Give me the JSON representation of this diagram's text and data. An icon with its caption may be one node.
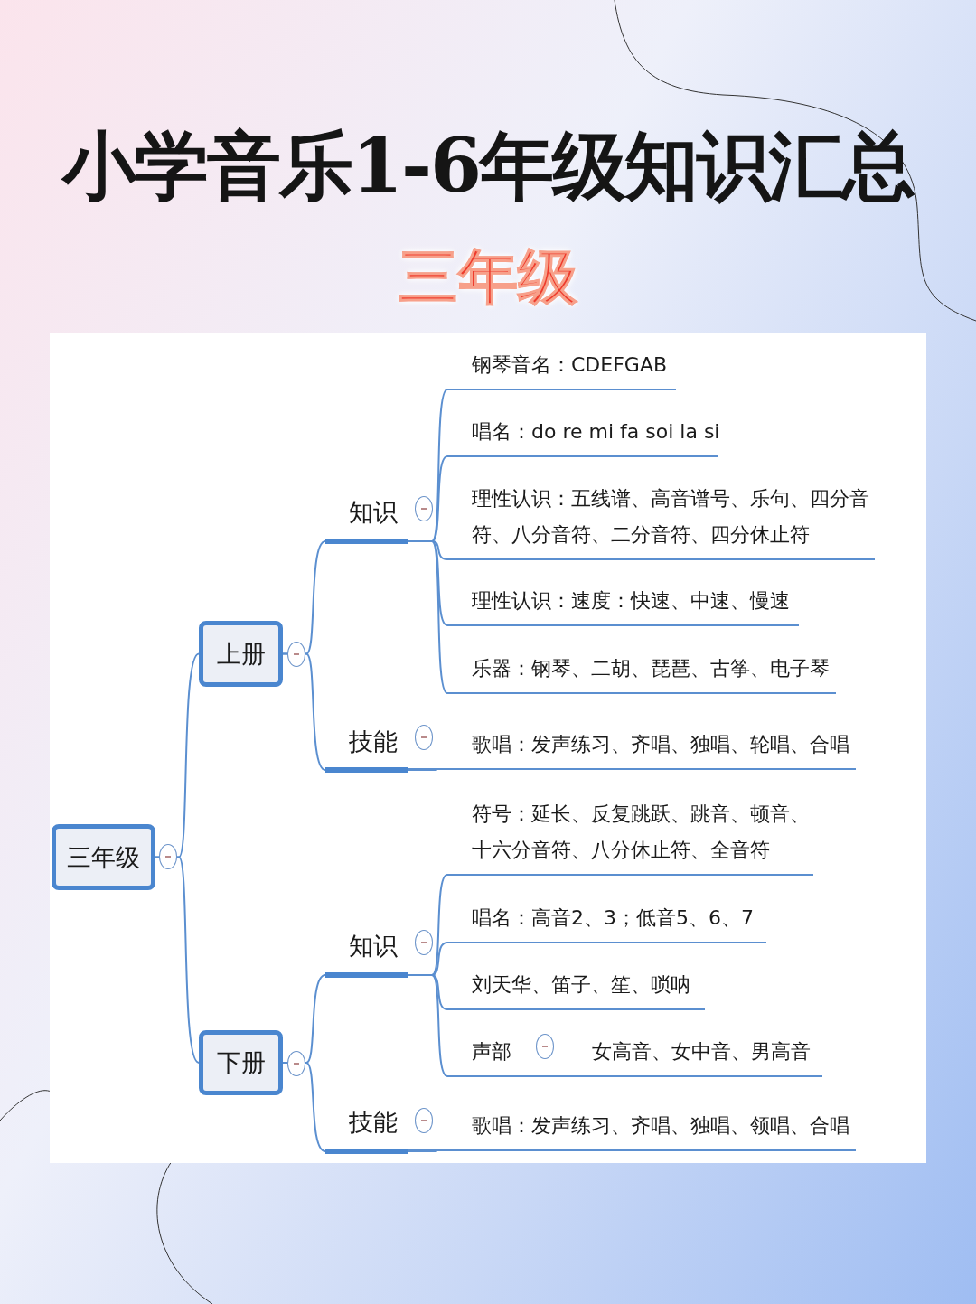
{
  "diagram": {
    "title": "小学音乐1-6年级知识汇总",
    "nodes": [
      {
        "text": [
          "三年级"
        ]
      },
      {
        "text": [
          "上册"
        ]
      },
      {
        "text": [
          "下册"
        ]
      },
      {
        "text": [
          "知识"
        ]
      },
      {
        "text": [
          "技能"
        ]
      },
      {
        "text": [
          "钢琴音名：CDEFGAB"
        ]
      },
      {
        "text": [
          "唱名：do re mi fa soi la si"
        ]
      },
      {
        "text": [
          "理性认识：五线谱、高音谱号、乐句、四分音符、八分音符、二分音符、四分休止符"
        ]
      },
      {
        "text": [
          "理性认识：速度：快速、中速、慢速"
        ]
      },
      {
        "text": [
          "乐器：钢琴、二胡、琵琶、古筝、电子琴"
        ]
      },
      {
        "text": [
          "歌唱：发声练习、齐唱、独唱、轮唱、合唱"
        ]
      },
      {
        "text": [
          "知识"
        ]
      },
      {
        "text": [
          "技能"
        ]
      },
      {
        "text": [
          "符号：延长、反复跳跃、跳音、顿音、十六分音符、八分休止符、全音符"
        ]
      },
      {
        "text": [
          "唱名：高音2、3；低音5、6、7"
        ]
      },
      {
        "text": [
          "刘天华、笛子、笙、唢呐"
        ]
      },
      {
        "text": [
          "声部"
        ]
      },
      {
        "text": [
          "女高音、女中音、男高音"
        ]
      },
      {
        "text": [
          "歌唱：发声练习、齐唱、独唱、领唱、合唱"
        ]
      }
    ],
    "edges": [
      {
        "from": 0,
        "to": 1,
        "arrow": "none"
      },
      {
        "from": 0,
        "to": 2,
        "arrow": "none"
      },
      {
        "from": 1,
        "to": 3,
        "arrow": "none"
      },
      {
        "from": 1,
        "to": 4,
        "arrow": "none"
      },
      {
        "from": 3,
        "to": 5,
        "arrow": "none"
      },
      {
        "from": 3,
        "to": 6,
        "arrow": "none"
      },
      {
        "from": 3,
        "to": 7,
        "arrow": "none"
      },
      {
        "from": 3,
        "to": 8,
        "arrow": "none"
      },
      {
        "from": 3,
        "to": 9,
        "arrow": "none"
      },
      {
        "from": 4,
        "to": 10,
        "arrow": "none"
      },
      {
        "from": 2,
        "to": 11,
        "arrow": "none"
      },
      {
        "from": 2,
        "to": 12,
        "arrow": "none"
      },
      {
        "from": 11,
        "to": 13,
        "arrow": "none"
      },
      {
        "from": 11,
        "to": 14,
        "arrow": "none"
      },
      {
        "from": 11,
        "to": 15,
        "arrow": "none"
      },
      {
        "from": 11,
        "to": 16,
        "arrow": "none"
      },
      {
        "from": 16,
        "to": 17,
        "arrow": "none"
      },
      {
        "from": 12,
        "to": 18,
        "arrow": "none"
      }
    ],
    "labels": [
      "三年级"
    ]
  }
}
